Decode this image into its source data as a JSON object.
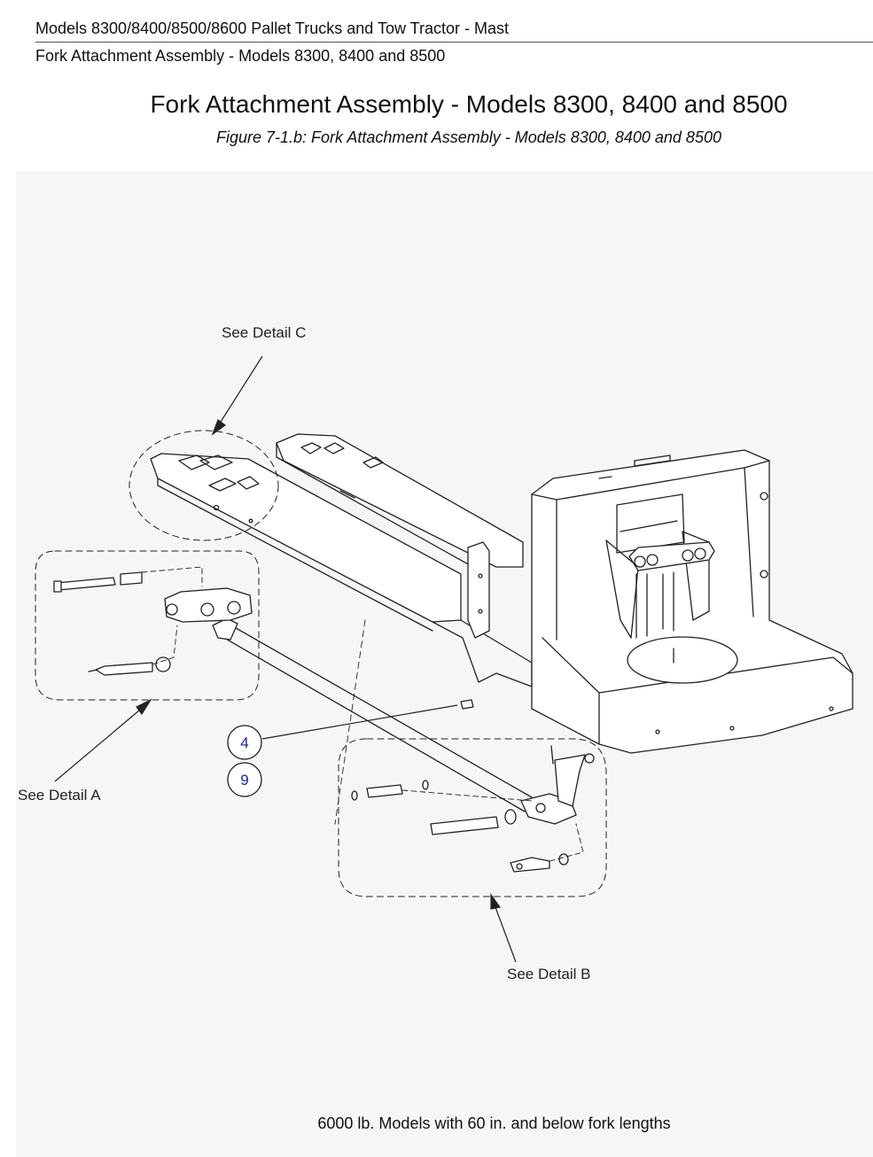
{
  "header": {
    "breadcrumb": "Models 8300/8400/8500/8600 Pallet Trucks and Tow Tractor - Mast",
    "section": "Fork Attachment Assembly - Models 8300, 8400 and 8500"
  },
  "title": "Fork Attachment Assembly - Models 8300, 8400 and 8500",
  "caption": "Figure 7-1.b: Fork Attachment Assembly - Models 8300, 8400 and 8500",
  "callouts": {
    "detail_c": "See Detail C",
    "detail_a": "See Detail A",
    "detail_b": "See Detail B"
  },
  "balloons": [
    "4",
    "9"
  ],
  "footnote": "6000 lb. Models with 60 in. and below fork lengths",
  "colors": {
    "balloon_number": "#1a24a8",
    "line": "#222222",
    "panel": "#f6f6f6"
  }
}
